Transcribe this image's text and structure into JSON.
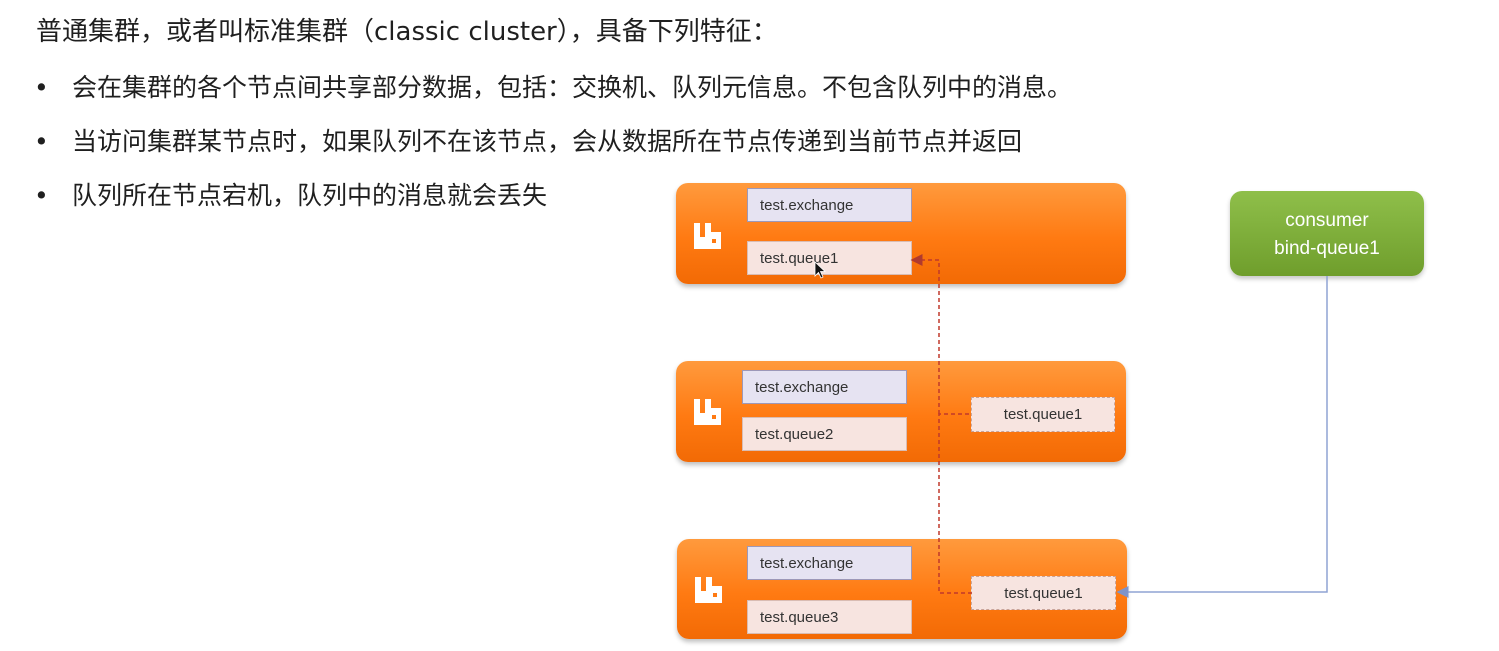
{
  "heading": "普通集群，或者叫标准集群（classic cluster），具备下列特征：",
  "bullets": [
    "会在集群的各个节点间共享部分数据，包括：交换机、队列元信息。不包含队列中的消息。",
    "当访问集群某节点时，如果队列不在该节点，会从数据所在节点传递到当前节点并返回",
    "队列所在节点宕机，队列中的消息就会丢失"
  ],
  "bullet_symbol": "•",
  "diagram": {
    "node_color": "#ff7a12",
    "consumer_color": "#6f9e2c",
    "nodes": [
      {
        "exchange": "test.exchange",
        "queue": "test.queue1",
        "mirror": ""
      },
      {
        "exchange": "test.exchange",
        "queue": "test.queue2",
        "mirror": "test.queue1"
      },
      {
        "exchange": "test.exchange",
        "queue": "test.queue3",
        "mirror": "test.queue1"
      }
    ],
    "consumer": {
      "line1": "consumer",
      "line2": "bind-queue1"
    },
    "icons": [
      "rabbitmq-logo-icon",
      "mouse-cursor-icon"
    ]
  }
}
